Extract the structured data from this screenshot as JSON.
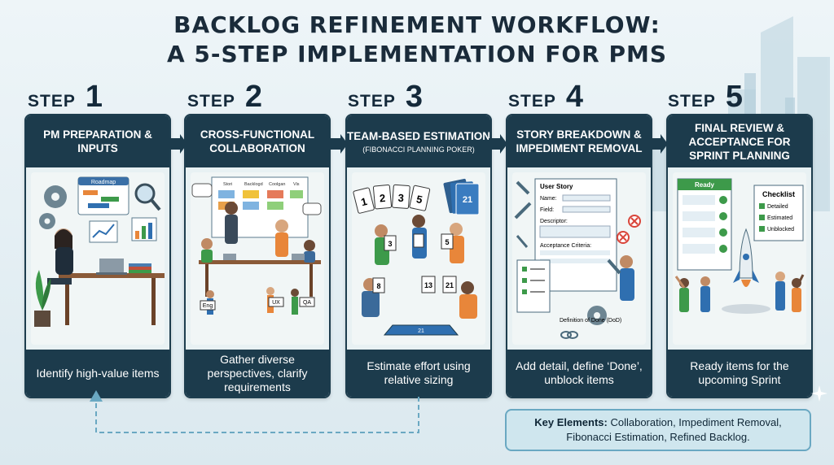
{
  "title_line1": "BACKLOG REFINEMENT WORKFLOW:",
  "title_line2": "A 5-STEP IMPLEMENTATION FOR PMS",
  "step_word": "STEP",
  "steps": [
    {
      "number": "1",
      "heading": "PM PREPARATION & INPUTS",
      "subheading": "",
      "footer": "Identify high-value items",
      "illustration": {
        "roadmap": "Roadmap"
      }
    },
    {
      "number": "2",
      "heading": "CROSS-FUNCTIONAL COLLABORATION",
      "subheading": "",
      "footer": "Gather diverse perspectives, clarify requirements",
      "illustration": {
        "board_cols": [
          "Stori",
          "Backlogd",
          "Coolgan",
          "Vis"
        ],
        "roles": [
          "Eng",
          "UX",
          "QA"
        ]
      }
    },
    {
      "number": "3",
      "heading": "TEAM-BASED ESTIMATION",
      "subheading": "(FIBONACCI PLANNING POKER)",
      "footer": "Estimate effort using relative sizing",
      "illustration": {
        "cards_fan": [
          "1",
          "2",
          "3",
          "5"
        ],
        "deck_top": "21",
        "held": [
          "3",
          "5",
          "8",
          "13",
          "21"
        ],
        "deck_bottom": "21"
      }
    },
    {
      "number": "4",
      "heading": "STORY BREAKDOWN & IMPEDIMENT REMOVAL",
      "subheading": "",
      "footer": "Add detail, define ‘Done’, unblock items",
      "illustration": {
        "form_title": "User Story",
        "fields": [
          "Name:",
          "Field:",
          "Descriptor:"
        ],
        "criteria": "Acceptance Criteria:",
        "dod": "Definition of Done (DoD)"
      }
    },
    {
      "number": "5",
      "heading": "FINAL REVIEW & ACCEPTANCE FOR SPRINT PLANNING",
      "subheading": "",
      "footer": "Ready items for the upcoming Sprint",
      "illustration": {
        "ready": "Ready",
        "checklist_title": "Checklist",
        "checklist": [
          "Detailed",
          "Estimated",
          "Unblocked"
        ]
      }
    }
  ],
  "key_elements_label": "Key Elements:",
  "key_elements_text": "Collaboration, Impediment Removal, Fibonacci Estimation, Refined Backlog.",
  "colors": {
    "navy": "#1c3b4c",
    "accent_blue": "#2f6fb0",
    "orange": "#e8863a",
    "green": "#3d9a4a",
    "red": "#d9453a"
  }
}
